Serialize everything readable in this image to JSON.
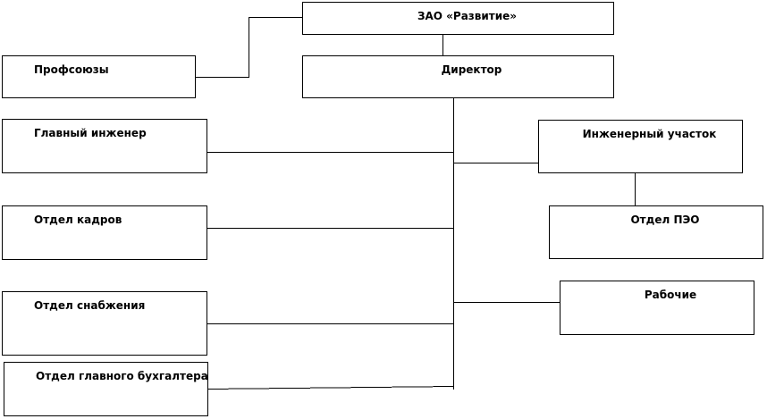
{
  "org_chart": {
    "company": "ЗАО «Развитие»",
    "director": "Директор",
    "unions": "Профсоюзы",
    "departments_left": [
      "Главный инженер",
      "Отдел кадров",
      "Отдел снабжения",
      "Отдел главного бухгалтера"
    ],
    "engineering_site": "Инженерный участок",
    "peo_department": "Отдел ПЭО",
    "workers": "Рабочие"
  }
}
